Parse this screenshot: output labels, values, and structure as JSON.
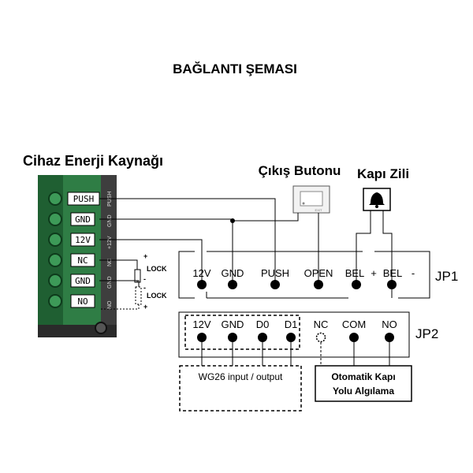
{
  "title": "BAĞLANTI ŞEMASI",
  "power_source": {
    "label": "Cihaz Enerji Kaynağı",
    "terminals": [
      "PUSH",
      "GND",
      "12V",
      "NC",
      "GND",
      "NO"
    ],
    "side_labels": [
      "PUSH",
      "GND",
      "+12V",
      "NC",
      "GND",
      "NO"
    ]
  },
  "lock_labels": [
    "LOCK",
    "LOCK"
  ],
  "lock_signs": [
    "+",
    "-",
    "-",
    "+"
  ],
  "exit_button": {
    "label": "Çıkış Butonu",
    "caption": "EXIT"
  },
  "door_bell": {
    "label": "Kapı Zili"
  },
  "jp1": {
    "name": "JP1",
    "pins": [
      "12V",
      "GND",
      "PUSH",
      "OPEN",
      "BEL",
      "BEL"
    ],
    "plus": "+",
    "minus": "-"
  },
  "jp2": {
    "name": "JP2",
    "pins": [
      "12V",
      "GND",
      "D0",
      "D1",
      "NC",
      "COM",
      "NO"
    ]
  },
  "wiegand": {
    "label": "WG26 input / output"
  },
  "auto_detect": {
    "line1": "Otomatik Kapı",
    "line2": "Yolu Algılama"
  }
}
